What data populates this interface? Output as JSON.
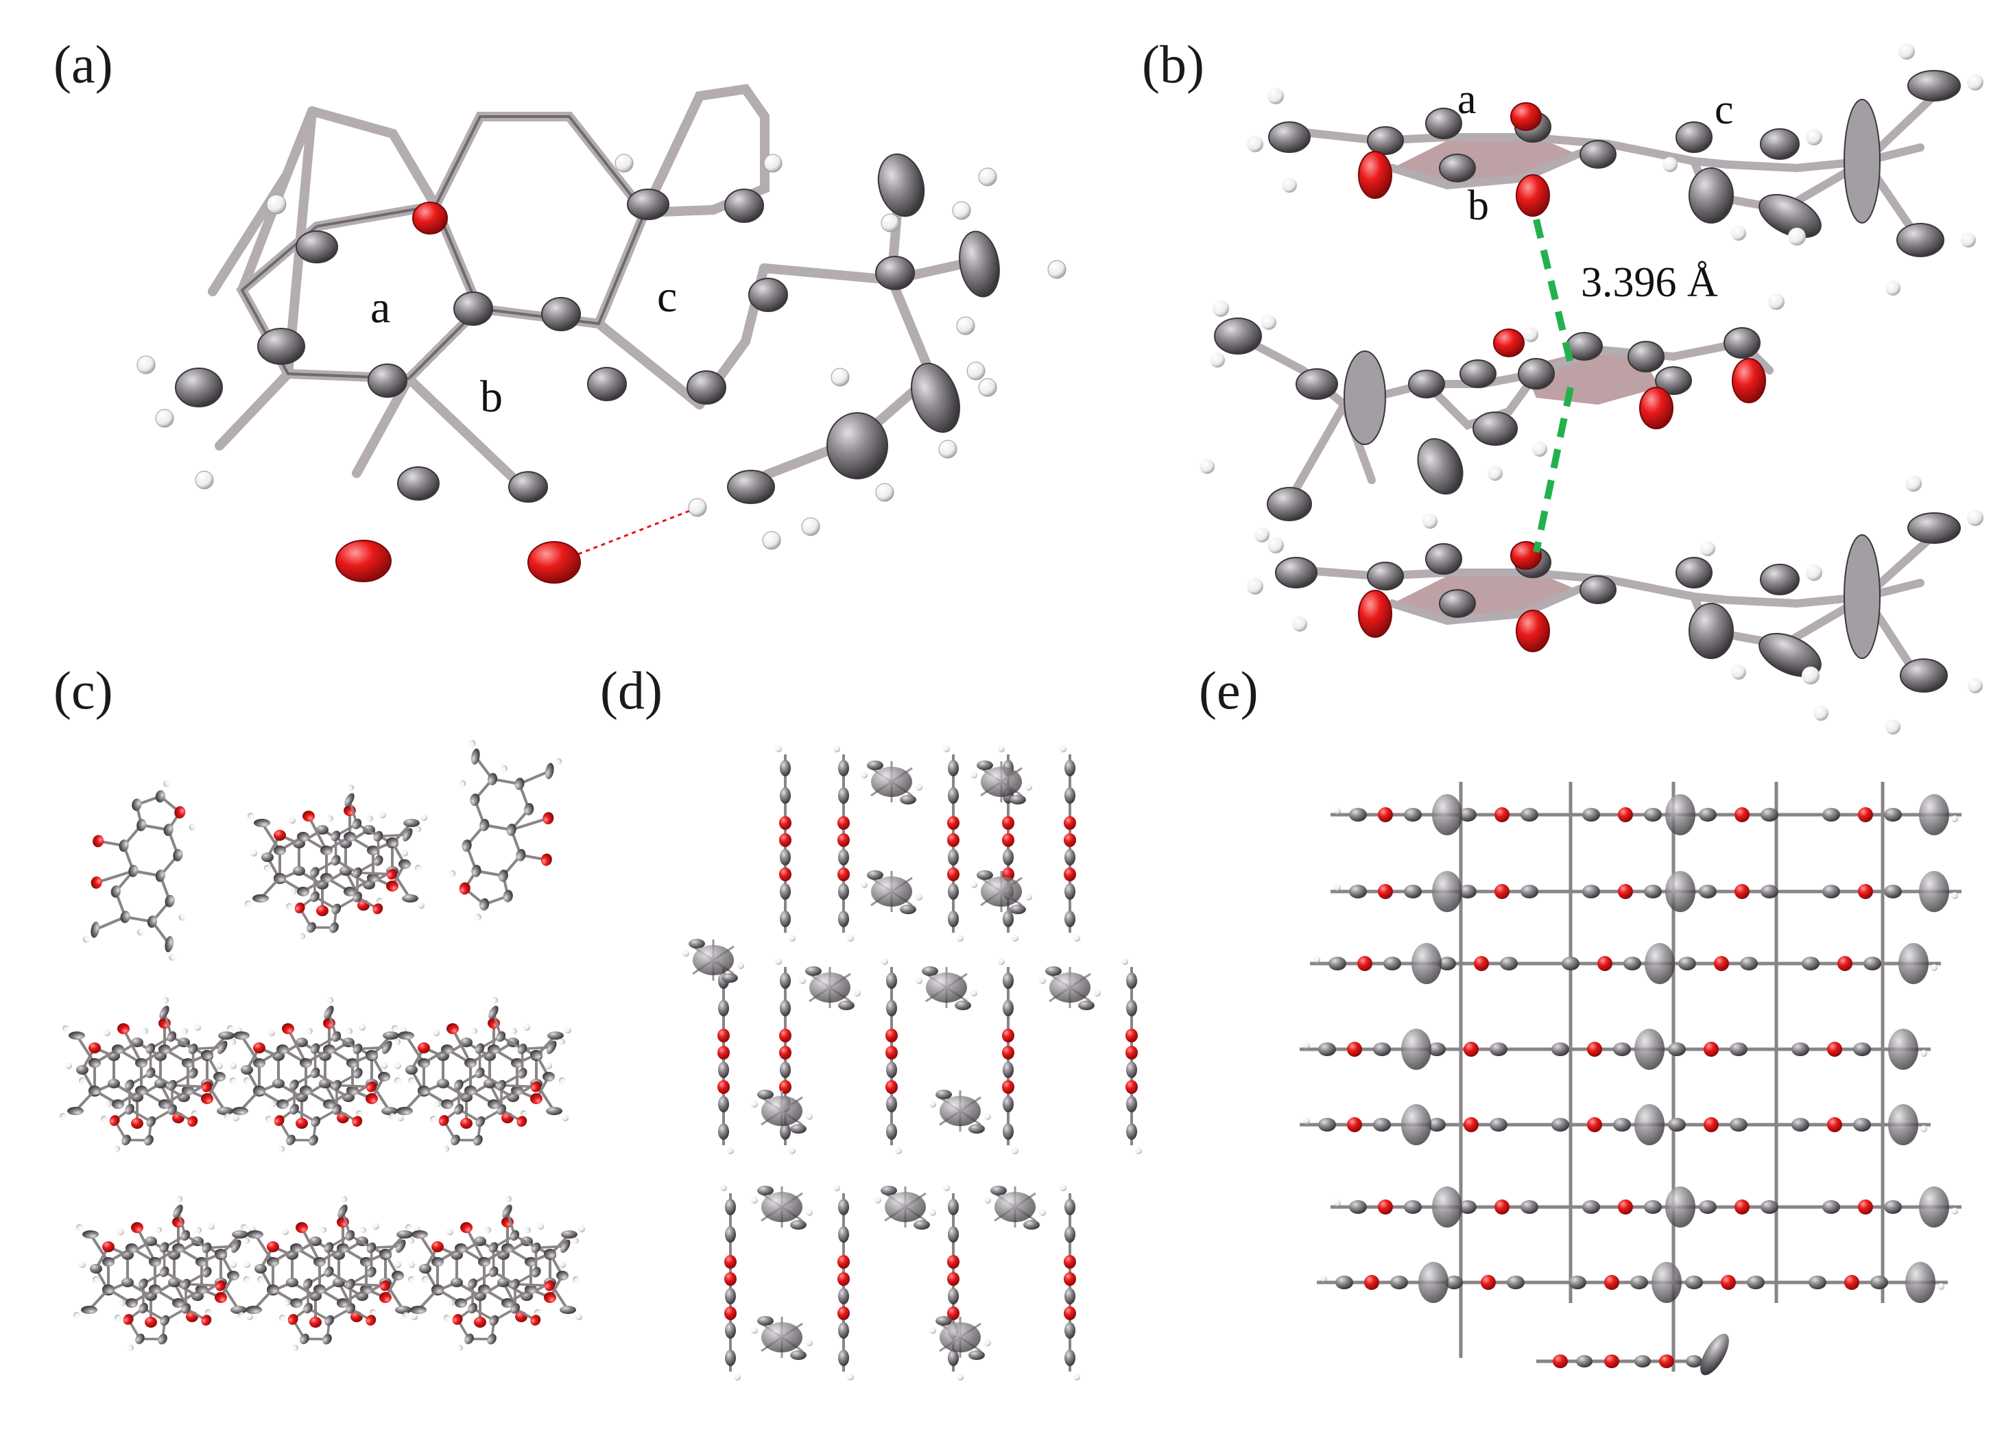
{
  "panels": {
    "a": {
      "label": "(a)",
      "rings": [
        "a",
        "b",
        "c"
      ]
    },
    "b": {
      "label": "(b)",
      "rings": [
        "a",
        "b",
        "c"
      ],
      "distance": "3.396 Å"
    },
    "c": {
      "label": "(c)"
    },
    "d": {
      "label": "(d)"
    },
    "e": {
      "label": "(e)"
    }
  },
  "colors": {
    "carbon": "#8e8b90",
    "oxygen": "#e8141c",
    "hydrogen": "#f4f4f4",
    "bond": "#b9b1b4",
    "stacking_line": "#23b14d",
    "hbond": "#e8141c"
  }
}
